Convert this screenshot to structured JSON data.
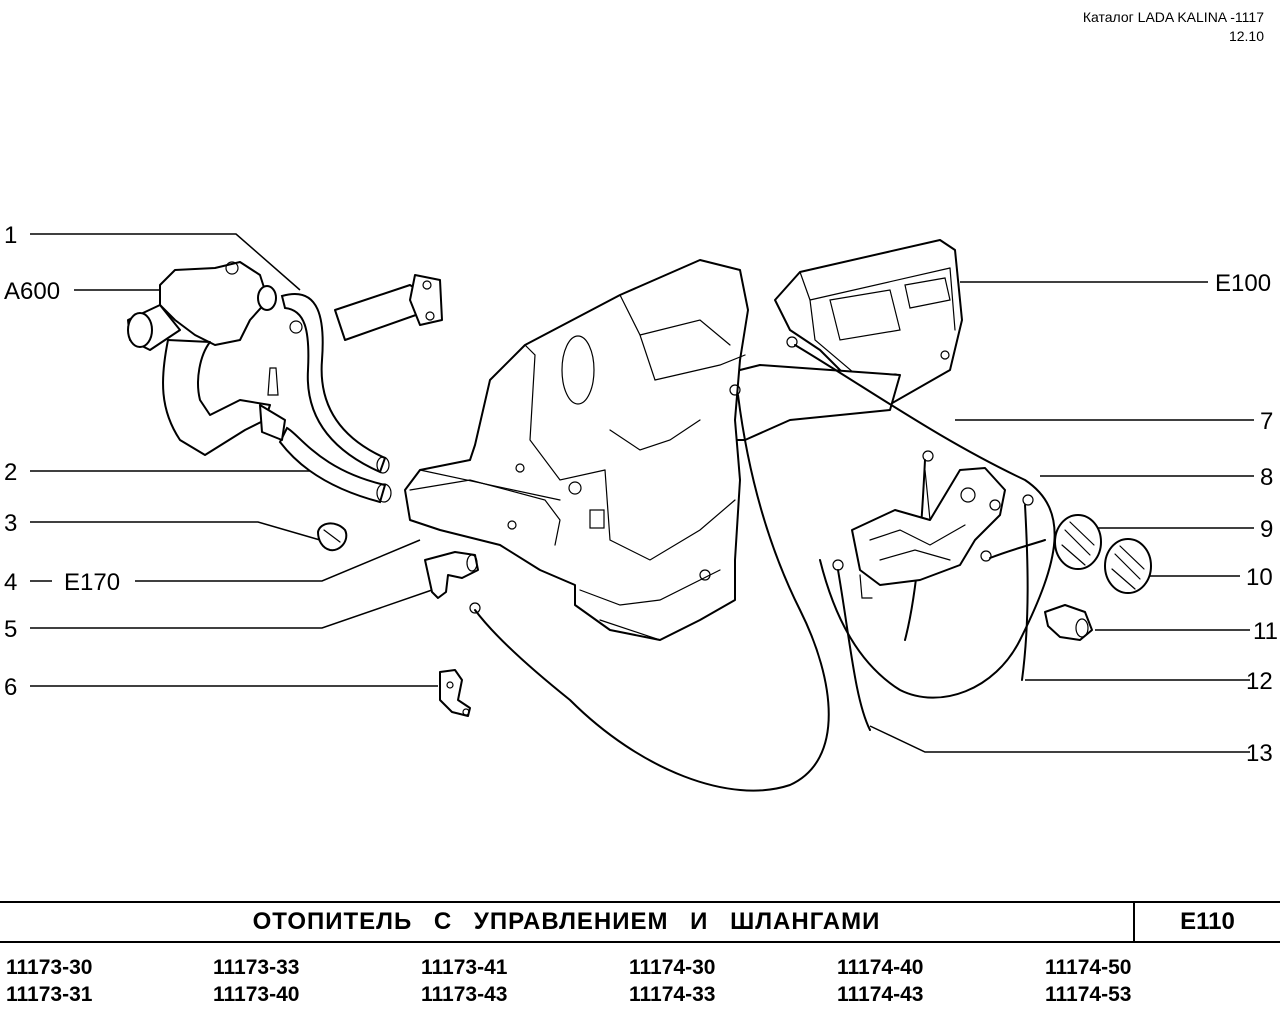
{
  "header": {
    "catalog": "Каталог LADA KALINA -1117",
    "page": "12.10"
  },
  "callouts": {
    "c1": "1",
    "a600": "A600",
    "c2": "2",
    "c3": "3",
    "c4": "4",
    "e170": "E170",
    "c5": "5",
    "c6": "6",
    "e100": "E100",
    "c7": "7",
    "c8": "8",
    "c9": "9",
    "c10": "10",
    "c11": "11",
    "c12": "12",
    "c13": "13"
  },
  "title": {
    "text": "ОТОПИТЕЛЬ С УПРАВЛЕНИЕМ И ШЛАНГАМИ",
    "code": "E110"
  },
  "models": [
    [
      "11173-30",
      "11173-31"
    ],
    [
      "11173-33",
      "11173-40"
    ],
    [
      "11173-41",
      "11173-43"
    ],
    [
      "11174-30",
      "11174-33"
    ],
    [
      "11174-40",
      "11174-43"
    ],
    [
      "11174-50",
      "11174-53"
    ]
  ]
}
